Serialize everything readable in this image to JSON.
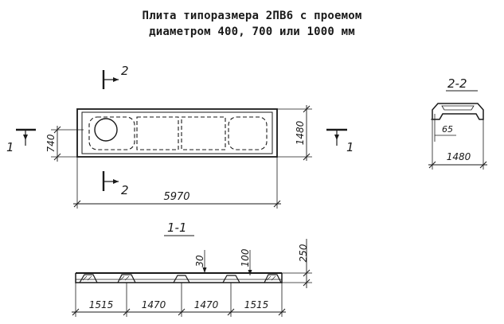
{
  "title": {
    "line1": "Плита типоразмера 2ПВ6 с проемом",
    "line2": "диаметром 400, 700 или 1000 мм"
  },
  "plan_view": {
    "dim_length": "5970",
    "dim_width": "1480",
    "dim_hole_offset": "740",
    "section_mark_1_left": "1",
    "section_mark_1_right": "1",
    "section_mark_2_top": "2",
    "section_mark_2_bottom": "2"
  },
  "section_2_2": {
    "label": "2-2",
    "dim_thickness": "65",
    "dim_width": "1480"
  },
  "section_1_1": {
    "label": "1-1",
    "dim_30": "30",
    "dim_100": "100",
    "dim_height": "250",
    "spans": [
      "1515",
      "1470",
      "1470",
      "1515"
    ]
  }
}
